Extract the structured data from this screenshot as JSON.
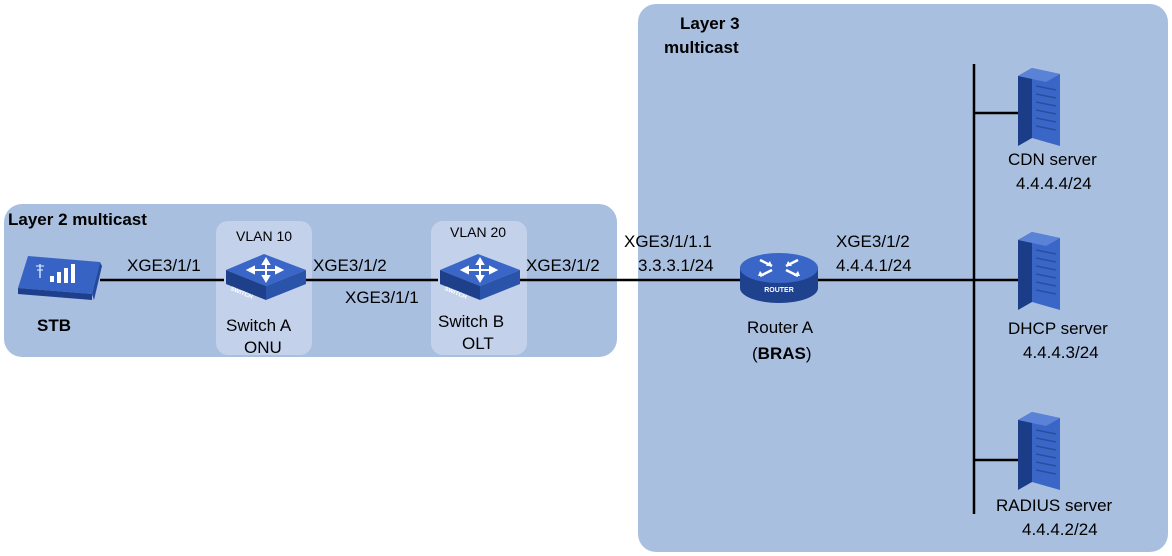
{
  "zones": {
    "l3_title_line1": "Layer 3",
    "l3_title_line2": "multicast",
    "l2_title": "Layer 2 multicast"
  },
  "devices": {
    "stb": "STB",
    "switch_a_name": "Switch A",
    "switch_a_role": "ONU",
    "switch_a_vlan": "VLAN 10",
    "switch_b_name": "Switch B",
    "switch_b_role": "OLT",
    "switch_b_vlan": "VLAN 20",
    "switch_icon_text": "SWITCH",
    "router_icon_text": "ROUTER",
    "router_name": "Router A",
    "router_role_open": "(",
    "router_role": "BRAS",
    "router_role_close": ")",
    "cdn_name": "CDN server",
    "cdn_ip": "4.4.4.4/24",
    "dhcp_name": "DHCP server",
    "dhcp_ip": "4.4.4.3/24",
    "radius_name": "RADIUS server",
    "radius_ip": "4.4.4.2/24"
  },
  "interfaces": {
    "stb_swa": "XGE3/1/1",
    "swa_up": "XGE3/1/2",
    "swb_down": "XGE3/1/1",
    "swb_up": "XGE3/1/2",
    "router_down_if": "XGE3/1/1.1",
    "router_down_ip": "3.3.3.1/24",
    "router_up_if": "XGE3/1/2",
    "router_up_ip": "4.4.4.1/24"
  },
  "colors": {
    "zone_fill": "#a9bfe0",
    "vlan_fill": "#c3d1eb",
    "device_blue": "#2a58b8",
    "link": "#000000"
  }
}
